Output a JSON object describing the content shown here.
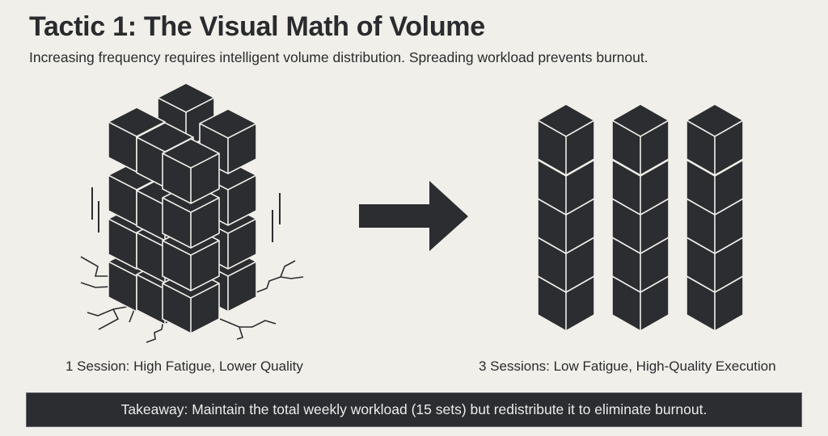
{
  "header": {
    "title": "Tactic 1: The Visual Math of Volume",
    "subtitle": "Increasing frequency requires intelligent volume distribution. Spreading workload prevents burnout."
  },
  "left_panel": {
    "illustration": "cracked-single-tower-of-cubes",
    "caption": "1 Session: High Fatigue, Lower Quality"
  },
  "transition": {
    "icon": "right-arrow-icon"
  },
  "right_panel": {
    "illustration": "three-stacks-of-five-cubes",
    "stacks": 3,
    "cubes_per_stack": 5,
    "caption": "3 Sessions: Low Fatigue, High-Quality Execution"
  },
  "takeaway": {
    "text": "Takeaway: Maintain the total weekly workload (15 sets) but redistribute it to eliminate burnout."
  },
  "colors": {
    "background": "#f0efea",
    "cube_fill": "#2c2d30",
    "cube_edge": "#f0efea",
    "text": "#2a2b2e",
    "banner_bg": "#2c2d30",
    "banner_text": "#ececea"
  }
}
